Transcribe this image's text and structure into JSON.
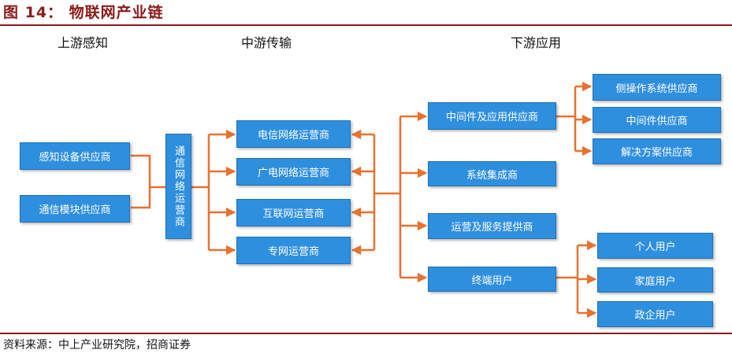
{
  "figure_title": "图 14： 物联网产业链",
  "columns": {
    "upstream": "上游感知",
    "midstream": "中游传输",
    "downstream": "下游应用"
  },
  "upstream": {
    "items": [
      "感知设备供应商",
      "通信模块供应商"
    ]
  },
  "hub": {
    "label": "通信网络运营商"
  },
  "carriers": {
    "items": [
      "电信网络运营商",
      "广电网络运营商",
      "互联网运营商",
      "专网运营商"
    ]
  },
  "downstream": {
    "items": [
      "中间件及应用供应商",
      "系统集成商",
      "运营及服务提供商",
      "终端用户"
    ]
  },
  "middleware_providers": {
    "items": [
      "侧操作系统供应商",
      "中间件供应商",
      "解决方案供应商"
    ]
  },
  "end_users": {
    "items": [
      "个人用户",
      "家庭用户",
      "政企用户"
    ]
  },
  "source": "资料来源：中上产业研究院，招商证券",
  "colors": {
    "box_fill": "#2f8fdf",
    "connector": "#e8712f",
    "title_accent": "#8b1a1a"
  }
}
